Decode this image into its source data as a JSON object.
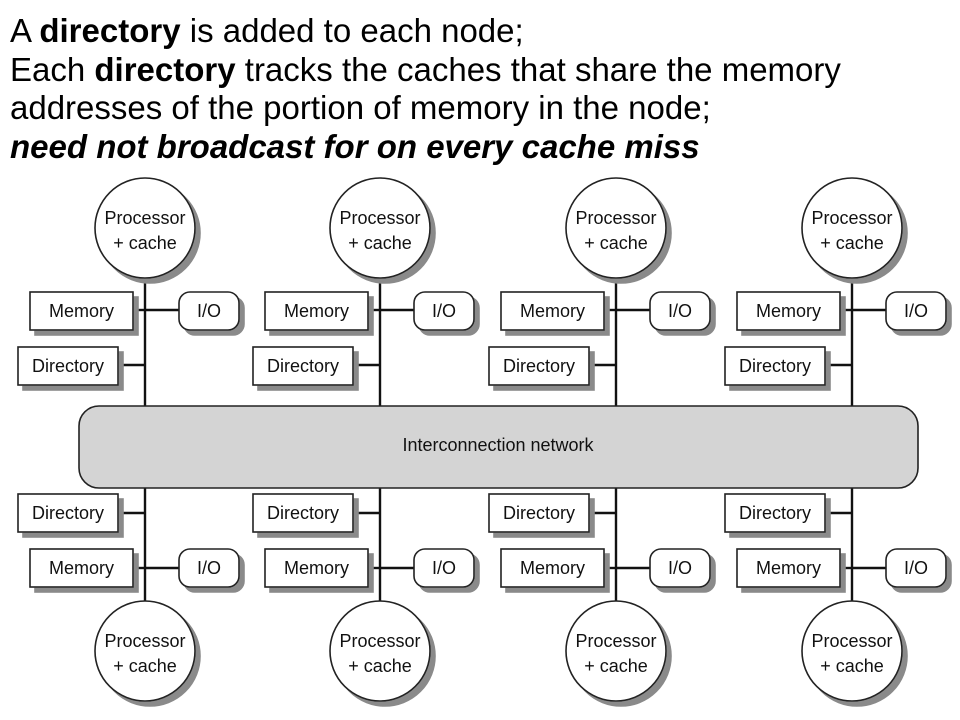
{
  "slide": {
    "line1": {
      "pre": "A ",
      "bold": "directory",
      "post": " is added to each node;"
    },
    "line2": {
      "pre": "Each ",
      "bold": "directory",
      "post": " tracks the caches that share the memory addresses of the portion of memory in the node;"
    },
    "line3": "need not broadcast for on every cache miss"
  },
  "diagram": {
    "network_label": "Interconnection network",
    "memory_label": "Memory",
    "directory_label": "Directory",
    "io_label": "I/O",
    "processor_line1": "Processor",
    "processor_line2": "+ cache",
    "nodes_per_row": 4,
    "rows": [
      "top",
      "bottom"
    ]
  }
}
